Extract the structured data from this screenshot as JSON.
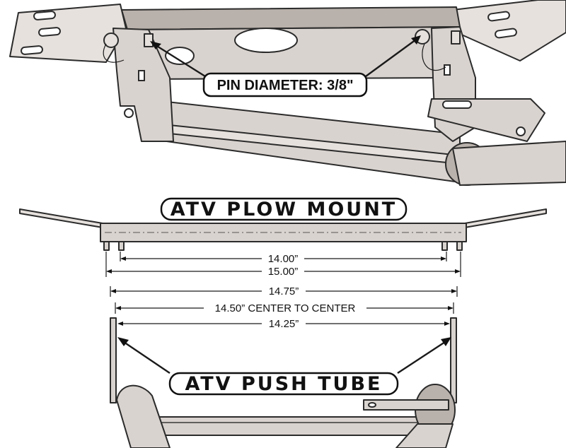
{
  "callout": {
    "pin_diameter": "PIN DIAMETER: 3/8\""
  },
  "titles": {
    "plow_mount": "ATV PLOW MOUNT",
    "push_tube": "ATV PUSH TUBE"
  },
  "dimensions": {
    "d1400": "14.00”",
    "d1500": "15.00”",
    "d1475": "14.75”",
    "d1450": "14.50” CENTER TO CENTER",
    "d1425": "14.25”"
  },
  "colors": {
    "metal": "#d9d3cf",
    "outline": "#2b2b2b",
    "background": "#ffffff"
  }
}
